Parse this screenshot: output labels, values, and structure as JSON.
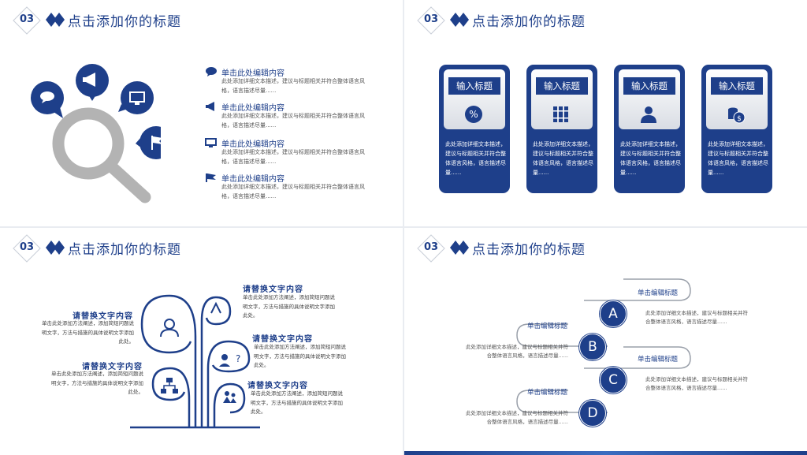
{
  "header": {
    "number": "03",
    "title": "点击添加你的标题"
  },
  "slide1": {
    "items": [
      {
        "icon": "speech-bubble-icon",
        "heading": "单击此处编辑内容",
        "desc": "此处添加详细文本描述，建议与标题相关并符合整体语言风格，语言描述尽量......"
      },
      {
        "icon": "megaphone-icon",
        "heading": "单击此处编辑内容",
        "desc": "此处添加详细文本描述，建议与标题相关并符合整体语言风格，语言描述尽量......"
      },
      {
        "icon": "monitor-icon",
        "heading": "单击此处编辑内容",
        "desc": "此处添加详细文本描述，建议与标题相关并符合整体语言风格，语言描述尽量......"
      },
      {
        "icon": "flag-icon",
        "heading": "单击此处编辑内容",
        "desc": "此处添加详细文本描述，建议与标题相关并符合整体语言风格，语言描述尽量......"
      }
    ]
  },
  "slide2": {
    "cards": [
      {
        "icon": "percent-icon",
        "label": "输入标题",
        "desc": "此处添加详细文本描述，建议与标题相关并符合整体语言风格，语言描述尽量......"
      },
      {
        "icon": "books-icon",
        "label": "输入标题",
        "desc": "此处添加详细文本描述，建议与标题相关并符合整体语言风格，语言描述尽量......"
      },
      {
        "icon": "person-icon",
        "label": "输入标题",
        "desc": "此处添加详细文本描述，建议与标题相关并符合整体语言风格，语言描述尽量......"
      },
      {
        "icon": "coins-icon",
        "label": "输入标题",
        "desc": "此处添加详细文本描述，建议与标题相关并符合整体语言风格，语言描述尽量......"
      }
    ]
  },
  "slide3": {
    "blocks": [
      {
        "heading": "请替换文字内容",
        "desc": "单击此处添加方法阐述，添加简短问题说明文字，方法与措施的具体说明文字添加此处。"
      },
      {
        "heading": "请替换文字内容",
        "desc": "单击此处添加方法阐述，添加简短问题说明文字，方法与措施的具体说明文字添加此处。"
      },
      {
        "heading": "请替换文字内容",
        "desc": "单击此处添加方法阐述，添加简短问题说明文字，方法与措施的具体说明文字添加此处。"
      },
      {
        "heading": "请替换文字内容",
        "desc": "单击此处添加方法阐述，添加简短问题说明文字，方法与措施的具体说明文字添加此处。"
      },
      {
        "heading": "请替换文字内容",
        "desc": "单击此处添加方法阐述，添加简短问题说明文字，方法与措施的具体说明文字添加此处。"
      }
    ]
  },
  "slide4": {
    "steps": [
      {
        "letter": "A",
        "label": "单击编辑标题",
        "desc": "此处添加详细文本描述，建议与标题相关并符合整体语言风格，语言描述尽量......"
      },
      {
        "letter": "B",
        "label": "单击编辑标题",
        "desc": "此处添加详细文本描述，建议与标题相关并符合整体语言风格，语言描述尽量......"
      },
      {
        "letter": "C",
        "label": "单击编辑标题",
        "desc": "此处添加详细文本描述，建议与标题相关并符合整体语言风格，语言描述尽量......"
      },
      {
        "letter": "D",
        "label": "单击编辑标题",
        "desc": "此处添加详细文本描述，建议与标题相关并符合整体语言风格，语言描述尽量......"
      }
    ]
  },
  "colors": {
    "primary": "#1e3f8a",
    "gray": "#b3b3b3"
  }
}
